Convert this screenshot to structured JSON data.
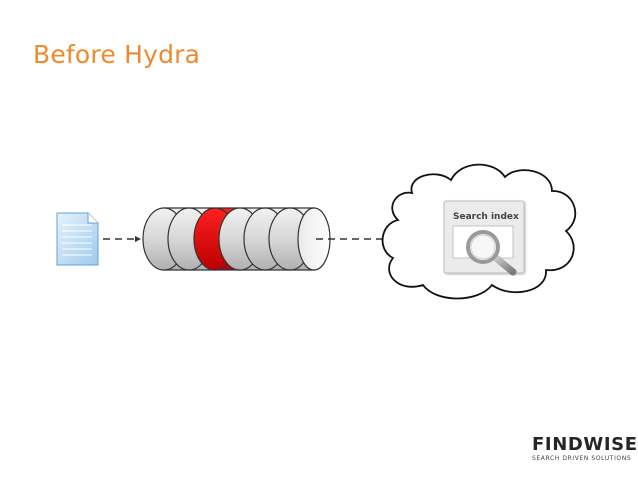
{
  "slide": {
    "title": "Before Hydra"
  },
  "diagram": {
    "search_index_label": "Search index",
    "highlight_color": "#dd0000",
    "title_color": "#ee8a2e"
  },
  "logo": {
    "name": "FINDWISE",
    "tagline": "SEARCH DRIVEN SOLUTIONS"
  }
}
